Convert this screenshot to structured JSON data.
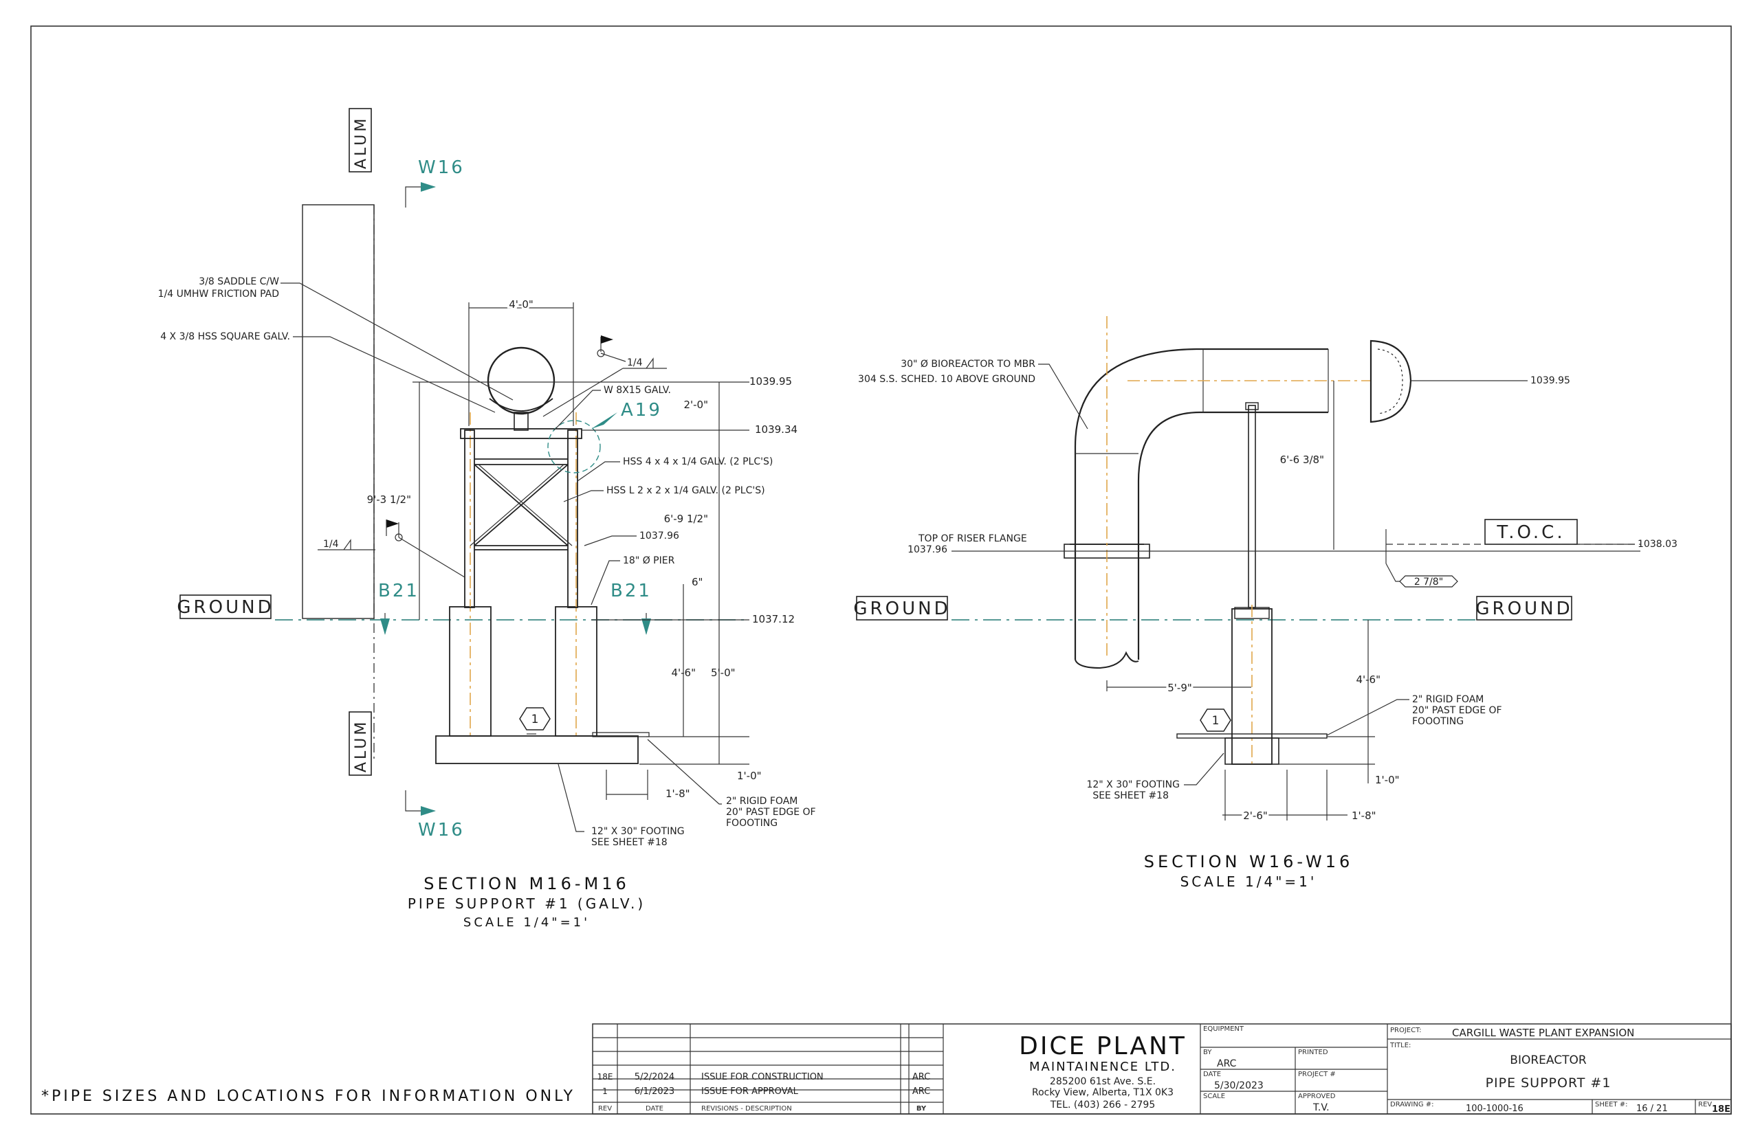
{
  "left_view": {
    "alum_top": "ALUM",
    "alum_bottom": "ALUM",
    "w16_top": "W16",
    "w16_bottom": "W16",
    "b21_left": "B21",
    "b21_right": "B21",
    "a19": "A19",
    "ground": "GROUND",
    "saddle_1": "3/8 SADDLE C/W",
    "saddle_2": "1/4 UMHW FRICTION PAD",
    "hss_square": "4 X 3/8 HSS SQUARE GALV.",
    "w8": "W 8X15 GALV.",
    "hss_4x4": "HSS 4 x 4 x 1/4 GALV. (2 PLC'S)",
    "hss_l": "HSS L 2 x 2 x 1/4 GALV. (2 PLC'S)",
    "pier": "18\" Ø PIER",
    "dim_top": "4'-0\"",
    "dim_2ft": "2'-0\"",
    "dim_9ft": "9'-3 1/2\"",
    "dim_6ft": "6'-9 1/2\"",
    "dim_6in": "6\"",
    "dim_4ft6": "4'-6\"",
    "dim_5ft": "5'-0\"",
    "dim_1ft": "1'-0\"",
    "dim_1ft8": "1'-8\"",
    "weld_top": "1/4",
    "weld_left": "1/4",
    "elev_1039_95": "1039.95",
    "elev_1039_34": "1039.34",
    "elev_1037_96": "1037.96",
    "elev_1037_12": "1037.12",
    "foam_1": "2\" RIGID FOAM",
    "foam_2": "20\" PAST EDGE OF",
    "foam_3": "FOOOTING",
    "footing_1": "12\" X 30\" FOOTING",
    "footing_2": "SEE SHEET #18",
    "tag": "1",
    "section_title": "SECTION M16-M16",
    "section_sub": "PIPE SUPPORT #1 (GALV.)",
    "section_scale": "SCALE 1/4\"=1'"
  },
  "right_view": {
    "pipe_1": "30\" Ø BIOREACTOR TO MBR",
    "pipe_2": "304 S.S. SCHED. 10 ABOVE GROUND",
    "riser": "TOP OF RISER FLANGE",
    "elev_1037_96": "1037.96",
    "elev_1039_95": "1039.95",
    "elev_1038_03": "1038.03",
    "toc": "T.O.C.",
    "ground_left": "GROUND",
    "ground_right": "GROUND",
    "dim_6ft": "6'-6 3/8\"",
    "dim_2_7_8": "2 7/8\"",
    "dim_5ft9": "5'-9\"",
    "dim_4ft6": "4'-6\"",
    "dim_1ft": "1'-0\"",
    "dim_2ft6": "2'-6\"",
    "dim_1ft8": "1'-8\"",
    "foam_1": "2\" RIGID FOAM",
    "foam_2": "20\" PAST EDGE OF",
    "foam_3": "FOOOTING",
    "footing_1": "12\" X 30\" FOOTING",
    "footing_2": "SEE SHEET #18",
    "tag": "1",
    "section_title": "SECTION W16-W16",
    "section_scale": "SCALE 1/4\"=1'"
  },
  "note": "*PIPE SIZES AND LOCATIONS FOR INFORMATION ONLY",
  "title_block": {
    "revisions": [
      {
        "rev": "18E",
        "date": "5/2/2024",
        "desc": "ISSUE FOR CONSTRUCTION",
        "by": "ARC"
      },
      {
        "rev": "1",
        "date": "6/1/2023",
        "desc": "ISSUE FOR APPROVAL",
        "by": "ARC"
      }
    ],
    "rev_header": "REV",
    "date_header": "DATE",
    "desc_header": "REVISIONS - DESCRIPTION",
    "by_header": "BY",
    "company": "DICE PLANT",
    "company_sub": "MAINTAINENCE LTD.",
    "address_1": "285200 61st Ave. S.E.",
    "address_2": "Rocky View, Alberta, T1X 0K3",
    "phone": "TEL. (403) 266 - 2795",
    "equipment_label": "EQUIPMENT",
    "by_label": "BY",
    "by_value": "ARC",
    "printed_label": "PRINTED",
    "date_label": "DATE",
    "date_value": "5/30/2023",
    "project_no_label": "PROJECT #",
    "scale_label": "SCALE",
    "approved_label": "APPROVED",
    "approved_value": "T.V.",
    "project_label": "PROJECT:",
    "project_value": "CARGILL WASTE PLANT EXPANSION",
    "title_label": "TITLE:",
    "title_1": "BIOREACTOR",
    "title_2": "PIPE SUPPORT #1",
    "drawing_label": "DRAWING #:",
    "drawing_value": "100-1000-16",
    "sheet_label": "SHEET #:",
    "sheet_value": "16 / 21",
    "rev_label": "REV",
    "rev_value": "18E"
  },
  "colors": {
    "teal": "#2f8c87",
    "orange": "#e0a64a",
    "ink": "#222222"
  }
}
